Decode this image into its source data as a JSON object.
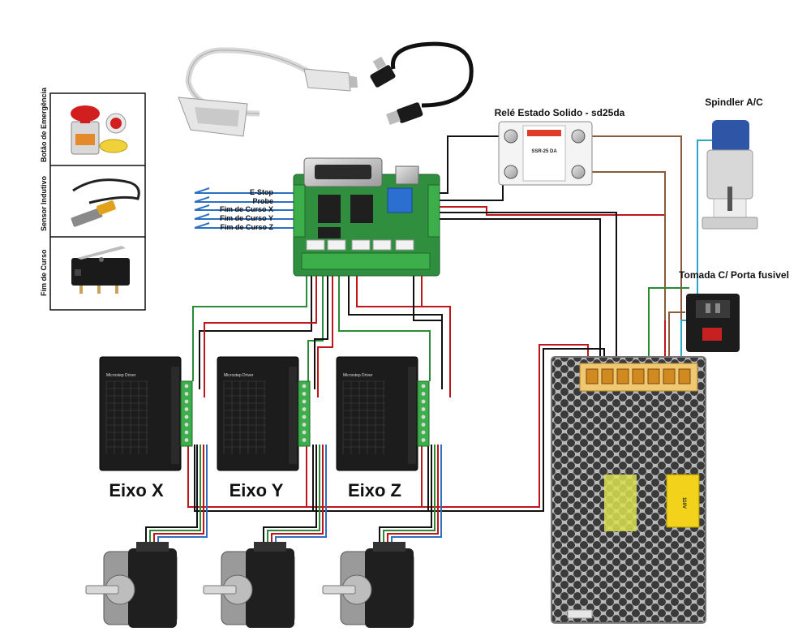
{
  "sensors": {
    "estop_label": "Botão de Emergência",
    "inductive_label": "Sensor Indutivo",
    "endstop_label": "Fim de Curso"
  },
  "board": {
    "pins": [
      "E-Stop",
      "Probe",
      "Fim de Curso X",
      "Fim de Curso Y",
      "Fim de Curso Z"
    ]
  },
  "relay": {
    "title": "Relé Estado Solido - sd25da",
    "model": "SSR-25 DA"
  },
  "spindle": {
    "title": "Spindler A/C"
  },
  "socket": {
    "title": "Tomada C/ Porta fusivel"
  },
  "drivers": [
    {
      "label": "Eixo X",
      "model_text": "Microstep Driver"
    },
    {
      "label": "Eixo Y",
      "model_text": "Microstep Driver"
    },
    {
      "label": "Eixo Z",
      "model_text": "Microstep Driver"
    }
  ],
  "psu": {
    "fuse_label": "110V"
  },
  "colors": {
    "wire_black": "#111111",
    "wire_red": "#c0151b",
    "wire_green": "#2a8a35",
    "wire_blue": "#2d6fc0",
    "wire_brown": "#8a5a3a",
    "wire_cyan": "#2ea6c9",
    "board_green": "#2f8f3f",
    "driver_body": "#1c1c1c",
    "terminal_green": "#3cae4a"
  }
}
